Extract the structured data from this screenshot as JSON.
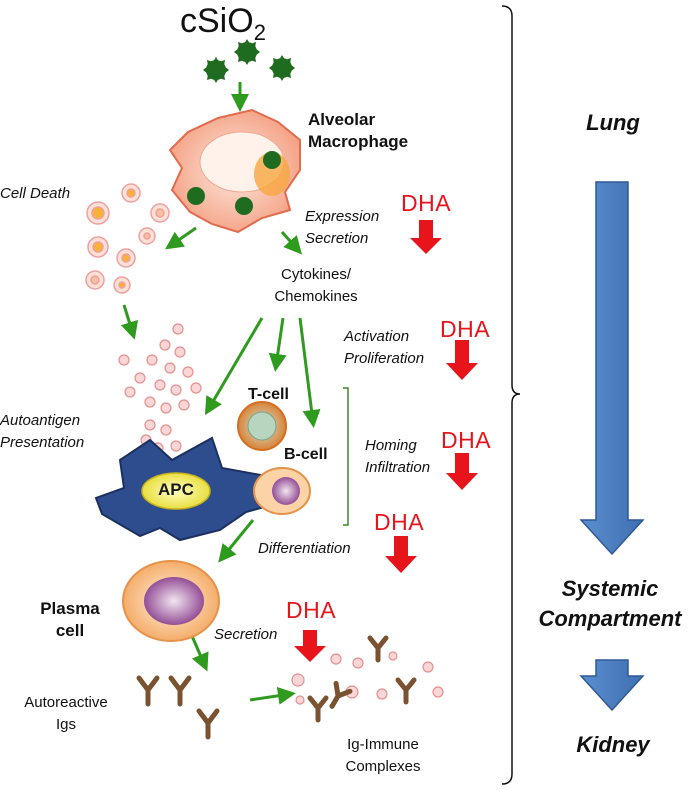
{
  "title": {
    "main": "cSiO",
    "sub": "2"
  },
  "compartments": {
    "lung": "Lung",
    "systemic_1": "Systemic",
    "systemic_2": "Compartment",
    "kidney": "Kidney"
  },
  "cells": {
    "macrophage_1": "Alveolar",
    "macrophage_2": "Macrophage",
    "t_cell": "T-cell",
    "b_cell": "B-cell",
    "apc": "APC",
    "plasma_1": "Plasma",
    "plasma_2": "cell"
  },
  "processes": {
    "cell_death": "Cell Death",
    "expression": "Expression",
    "secretion_1": "Secretion",
    "cytokines_1": "Cytokines/",
    "cytokines_2": "Chemokines",
    "activation": "Activation",
    "proliferation": "Proliferation",
    "autoantigen_1": "Autoantigen",
    "autoantigen_2": "Presentation",
    "homing": "Homing",
    "infiltration": "Infiltration",
    "differentiation": "Differentiation",
    "secretion_2": "Secretion",
    "autoreactive_1": "Autoreactive",
    "autoreactive_2": "Igs",
    "complexes_1": "Ig-Immune",
    "complexes_2": "Complexes"
  },
  "dha_labels": [
    "DHA",
    "DHA",
    "DHA",
    "DHA",
    "DHA"
  ],
  "colors": {
    "arrow_green": "#2e9a1e",
    "inhibit_red": "#e8141b",
    "macrophage": "#f4a88e",
    "apc": "#2d4d8f",
    "plasma": "#f6b87a",
    "blue_arrow": "#4a7cc0",
    "antibody": "#7a5230",
    "silica": "#1f6b1f"
  }
}
